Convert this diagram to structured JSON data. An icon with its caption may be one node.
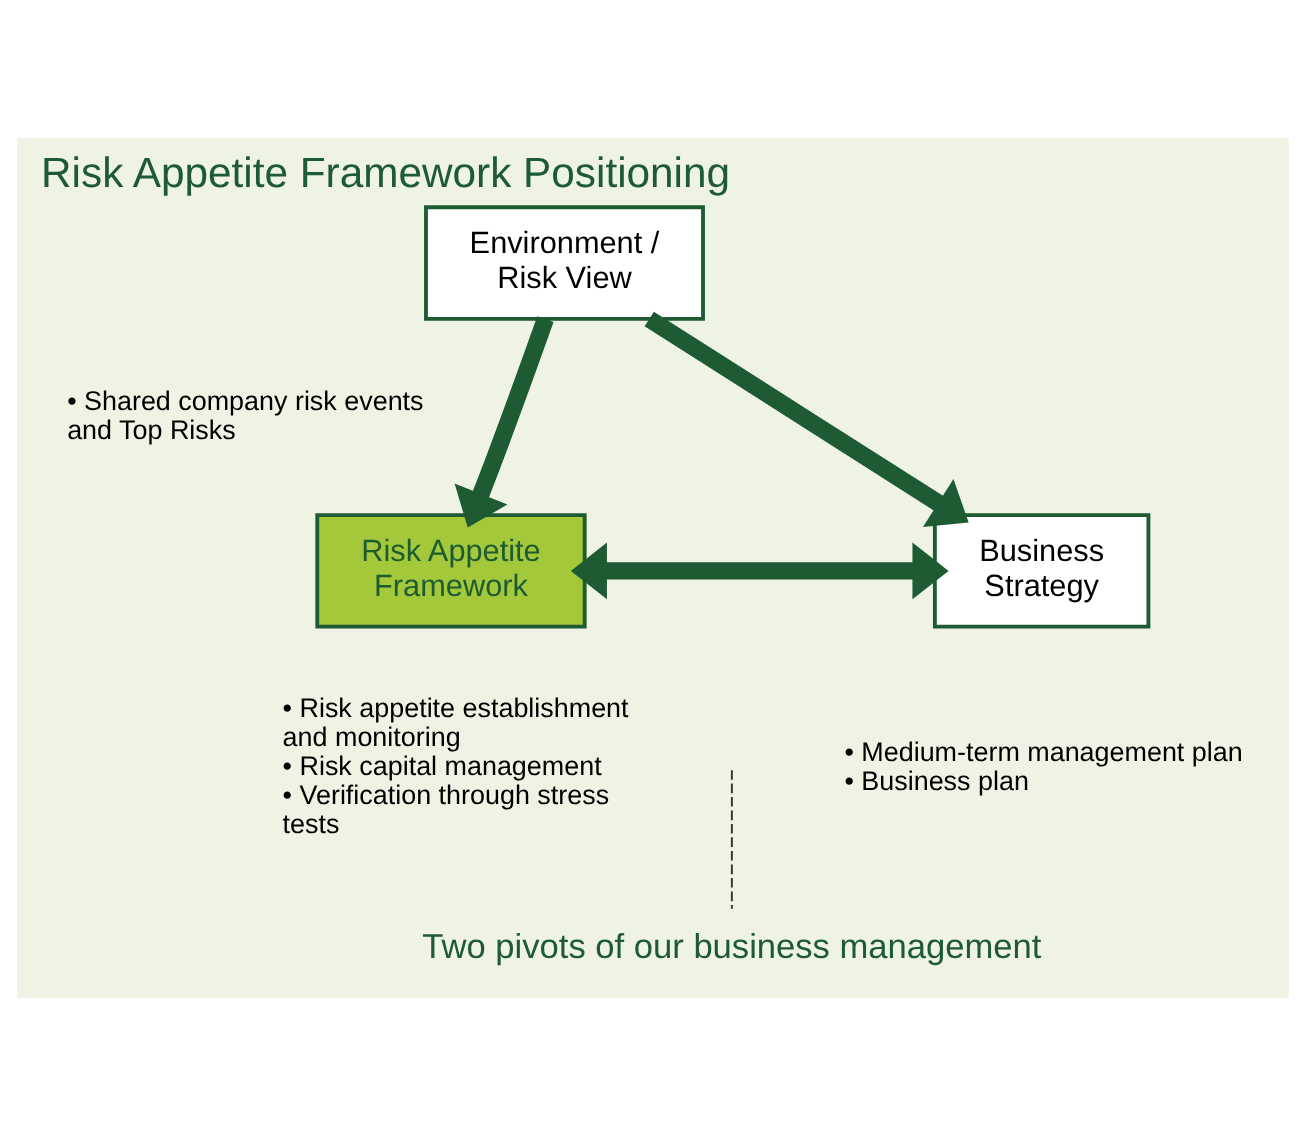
{
  "diagram": {
    "title": "Risk Appetite Framework Positioning",
    "nodes": [
      {
        "text": [
          "Environment / Risk View"
        ],
        "beside": [
          "• Shared company risk events and Top Risks"
        ]
      },
      {
        "text": [
          "Risk Appetite Framework"
        ],
        "beside": [
          "• Risk appetite establishment and monitoring",
          "• Risk capital management",
          "• Verification through stress tests"
        ]
      },
      {
        "text": [
          "Business Strategy"
        ],
        "beside": [
          "• Medium-term management plan",
          "• Business plan"
        ]
      },
      {
        "text": [
          "Two pivots of our business management"
        ]
      }
    ],
    "edges": [
      {
        "from": 0,
        "to": 1,
        "arrow": "to"
      },
      {
        "from": 0,
        "to": 2,
        "arrow": "to"
      },
      {
        "from": 1,
        "to": 2,
        "arrow": "both"
      },
      {
        "from": 3,
        "to": null,
        "arrow": "none",
        "style": "dashed",
        "color": "#333333"
      }
    ]
  }
}
